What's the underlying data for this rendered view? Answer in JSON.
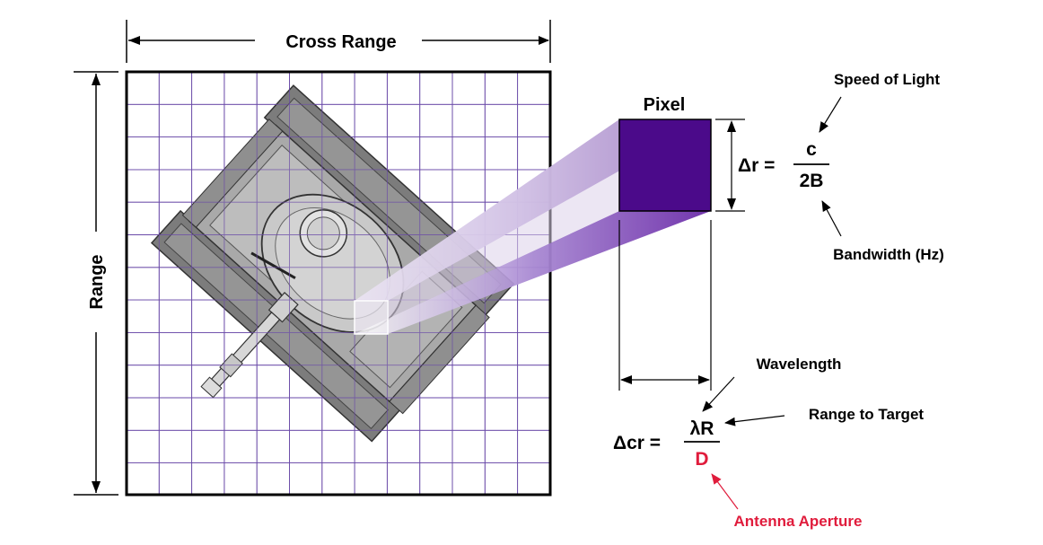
{
  "diagram": {
    "cross_range_label": "Cross Range",
    "range_label": "Range",
    "pixel_label": "Pixel",
    "range_resolution": {
      "lhs": "Δr =",
      "numerator": "c",
      "denominator": "2B",
      "numerator_note": "Speed of Light",
      "denominator_note": "Bandwidth (Hz)"
    },
    "cross_range_resolution": {
      "lhs": "Δcr =",
      "numerator": "λR",
      "denominator": "D",
      "wavelength_note": "Wavelength",
      "range_note": "Range to Target",
      "aperture_note": "Antenna Aperture"
    }
  },
  "colors": {
    "grid": "#6a4aa8",
    "pixel": "#4b0a8a",
    "highlight": "#e01c3c"
  }
}
